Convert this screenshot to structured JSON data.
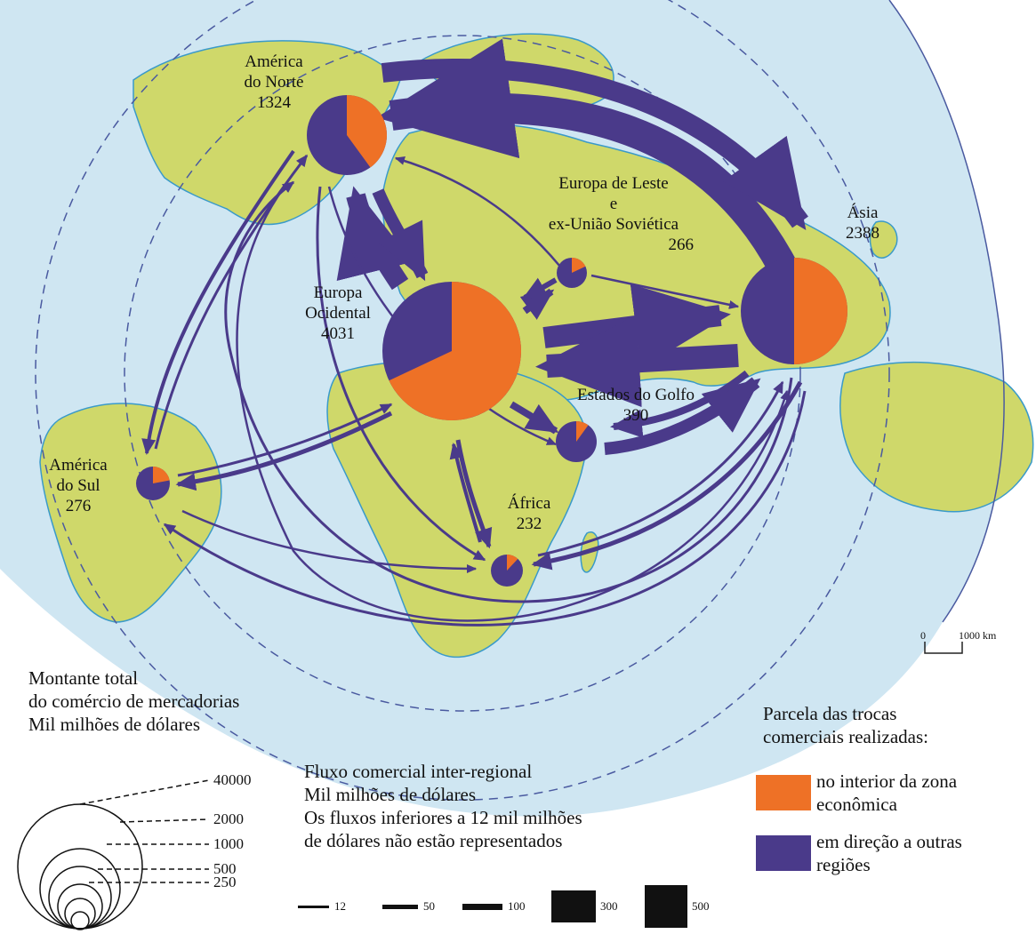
{
  "regions": [
    {
      "id": "na",
      "name_lines": [
        "América",
        "do Norte"
      ],
      "value": "1324",
      "share_internal": 0.4
    },
    {
      "id": "we",
      "name_lines": [
        "Europa",
        "Ocidental"
      ],
      "value": "4031",
      "share_internal": 0.68
    },
    {
      "id": "ee",
      "name_lines": [
        "Europa de Leste",
        "e",
        "ex-União Soviética"
      ],
      "value": "266",
      "share_internal": 0.18
    },
    {
      "id": "asia",
      "name_lines": [
        "Ásia"
      ],
      "value": "2388",
      "share_internal": 0.5
    },
    {
      "id": "gulf",
      "name_lines": [
        "Estados do Golfo"
      ],
      "value": "390",
      "share_internal": 0.1
    },
    {
      "id": "sa",
      "name_lines": [
        "América",
        "do Sul"
      ],
      "value": "276",
      "share_internal": 0.22
    },
    {
      "id": "af",
      "name_lines": [
        "África"
      ],
      "value": "232",
      "share_internal": 0.12
    }
  ],
  "colors": {
    "internal": "#ee7126",
    "external": "#4a3a8a",
    "land": "#cfd86a",
    "sea": "#cfe6f2",
    "coast": "#3a9ac9"
  },
  "scale_bar": {
    "zero": "0",
    "label": "1000 km"
  },
  "legend_total": {
    "lines": [
      "Montante total",
      "do comércio de mercadorias",
      "Mil milhões de dólares"
    ],
    "ticks": [
      "40000",
      "2000",
      "1000",
      "500",
      "250"
    ]
  },
  "legend_flow": {
    "lines": [
      "Fluxo comercial inter-regional",
      "Mil milhões de dólares",
      "Os fluxos inferiores a 12 mil milhões",
      "de dólares não estão representados"
    ],
    "ticks": [
      "12",
      "50",
      "100",
      "300",
      "500"
    ]
  },
  "legend_share": {
    "title_lines": [
      "Parcela das trocas",
      "comerciais realizadas:"
    ],
    "internal_lines": [
      "no interior da zona",
      "econômica"
    ],
    "external_lines": [
      "em direção a outras",
      "regiões"
    ]
  }
}
